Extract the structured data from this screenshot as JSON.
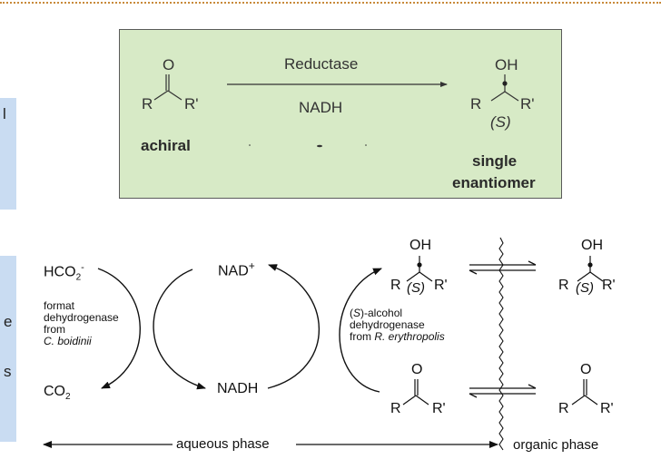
{
  "side_panel": {
    "top_letter": "l",
    "bottom_letters": [
      "e",
      "s"
    ]
  },
  "top_reaction": {
    "reactant": {
      "O": "O",
      "R": "R",
      "R2": "R'"
    },
    "arrow_top": "Reductase",
    "arrow_bottom": "NADH",
    "product": {
      "OH": "OH",
      "R": "R",
      "R2": "R'",
      "config": "(S)"
    },
    "reactant_label": "achiral",
    "product_label_line1": "single",
    "product_label_line2": "enantiomer"
  },
  "cycle": {
    "hco2": "HCO",
    "hco2_sub": "2",
    "hco2_sup": "-",
    "co2": "CO",
    "co2_sub": "2",
    "enzyme1_lines": [
      "format",
      "dehydrogenase",
      "from"
    ],
    "enzyme1_species": "C. boidinii",
    "nad_plus": "NAD",
    "nad_plus_sup": "+",
    "nadh": "NADH",
    "enzyme2_line1_pre": "(",
    "enzyme2_line1_S": "S",
    "enzyme2_line1_post": ")-alcohol",
    "enzyme2_line2": "dehydrogenase",
    "enzyme2_line3_pre": "from ",
    "enzyme2_line3_species": "R. erythropolis"
  },
  "phases": {
    "alcohol_left": {
      "OH": "OH",
      "R": "R",
      "S": "(S)",
      "R2": "R'"
    },
    "alcohol_right": {
      "OH": "OH",
      "R": "R",
      "S": "(S)",
      "R2": "R'"
    },
    "ketone_left": {
      "O": "O",
      "R": "R",
      "R2": "R'"
    },
    "ketone_right": {
      "O": "O",
      "R": "R",
      "R2": "R'"
    },
    "aqueous_label": "aqueous phase",
    "organic_label": "organic phase"
  }
}
